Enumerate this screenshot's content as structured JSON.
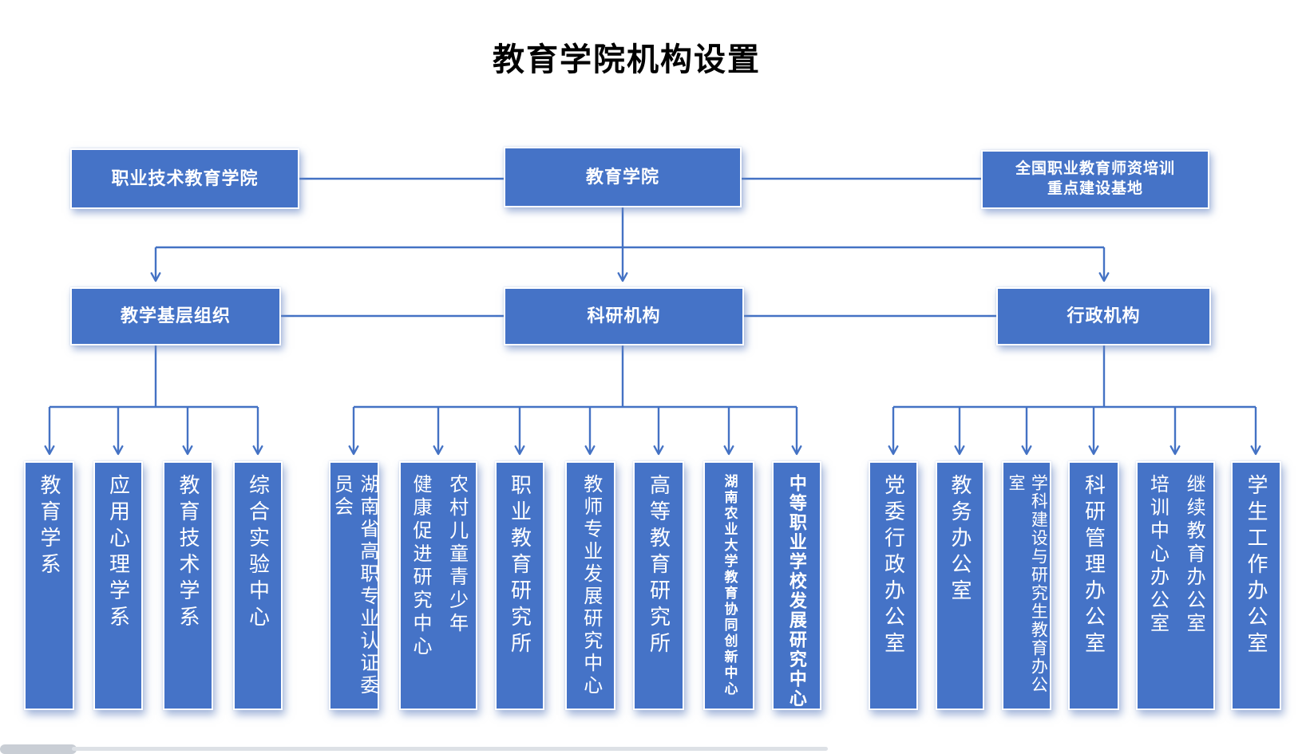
{
  "title": "教育学院机构设置",
  "colors": {
    "box_blue": "#4573C7",
    "line_blue": "#4472C4",
    "text_white": "#ffffff",
    "title_black": "#000000"
  },
  "top": {
    "left": "职业技术教育学院",
    "center": "教育学院",
    "right": "全国职业教育师资培训\n重点建设基地"
  },
  "level2": {
    "left": "教学基层组织",
    "center": "科研机构",
    "right": "行政机构"
  },
  "groups": {
    "teaching": [
      "教育学系",
      "应用心理学系",
      "教育技术学系",
      "综合实验中心"
    ],
    "research": [
      "湖南省高职专业认证委员会",
      "农村儿童青少年\n健康促进研究中心",
      "职业教育研究所",
      "教师专业发展研究中心",
      "高等教育研究所",
      "湖南农业大学教育协同创新中心",
      "中等职业学校发展研究中心"
    ],
    "admin": [
      "党委行政办公室",
      "教务办公室",
      "学科建设与研究生教育办公室",
      "科研管理办公室",
      "继续教育办公室\n培训中心办公室",
      "学生工作办公室"
    ]
  }
}
